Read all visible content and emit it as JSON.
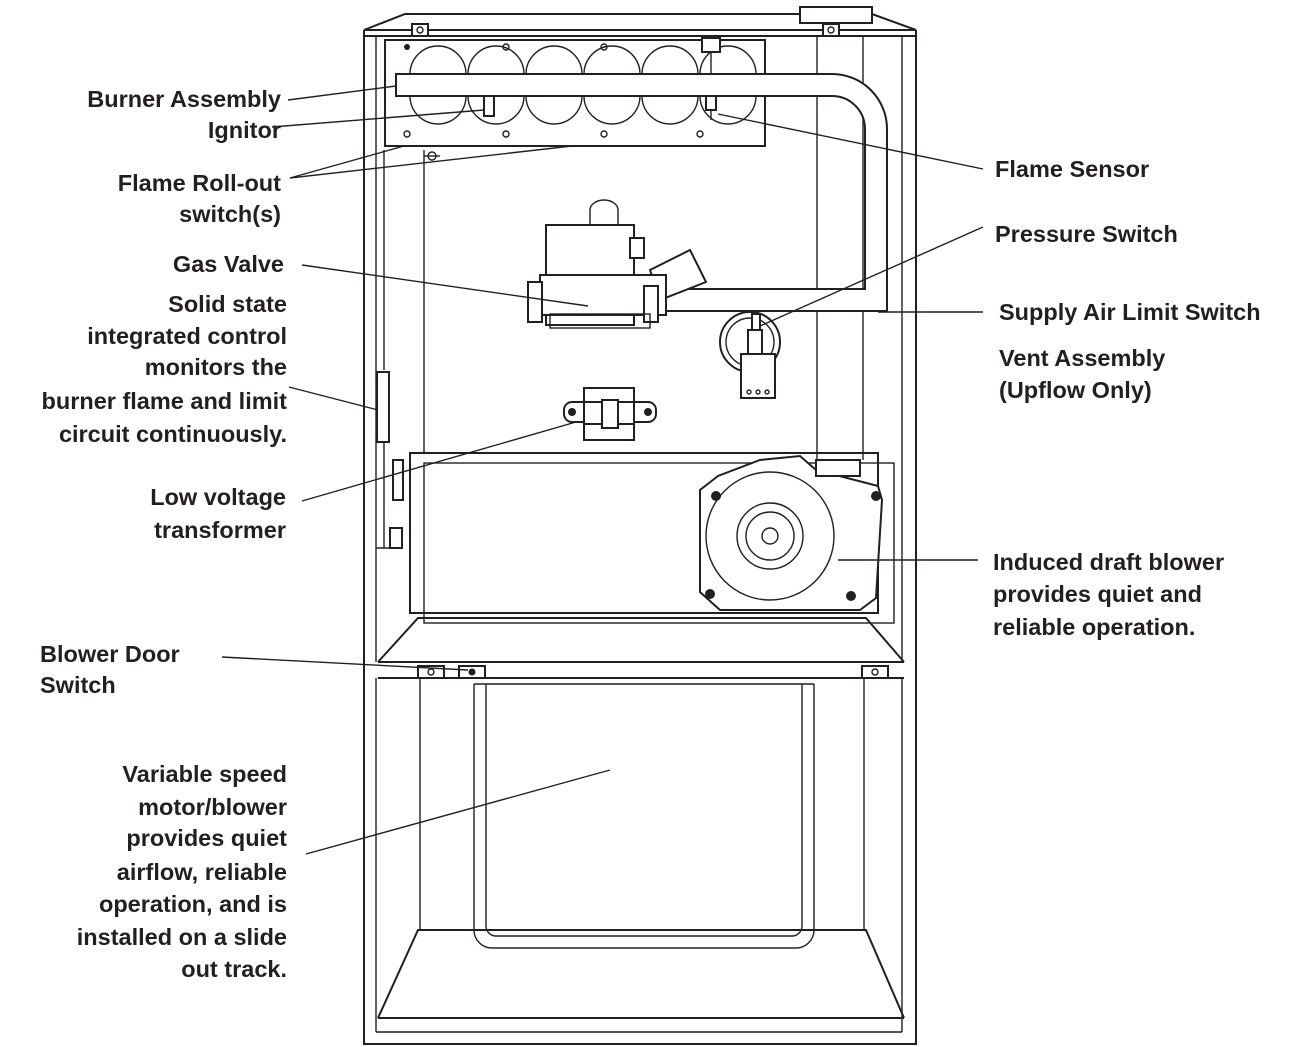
{
  "labels": {
    "burner_assembly": "Burner Assembly",
    "ignitor": "Ignitor",
    "flame_rollout_1": "Flame Roll-out",
    "flame_rollout_2": "switch(s)",
    "gas_valve": "Gas Valve",
    "control_1": "Solid state",
    "control_2": "integrated control",
    "control_3": "monitors the",
    "control_4": "burner flame and limit",
    "control_5": "circuit continuously.",
    "transformer_1": "Low voltage",
    "transformer_2": "transformer",
    "blower_door_1": "Blower Door",
    "blower_door_2": "Switch",
    "motor_1": "Variable speed",
    "motor_2": "motor/blower",
    "motor_3": "provides quiet",
    "motor_4": "airflow, reliable",
    "motor_5": "operation, and is",
    "motor_6": "installed on a slide",
    "motor_7": "out track.",
    "flame_sensor": "Flame Sensor",
    "pressure_switch": "Pressure Switch",
    "supply_air_limit": "Supply Air Limit Switch",
    "vent_1": "Vent Assembly",
    "vent_2": "(Upflow Only)",
    "draft_1": "Induced draft blower",
    "draft_2": "provides quiet and",
    "draft_3": "reliable operation."
  },
  "colors": {
    "ink": "#231f20",
    "background": "#ffffff"
  }
}
